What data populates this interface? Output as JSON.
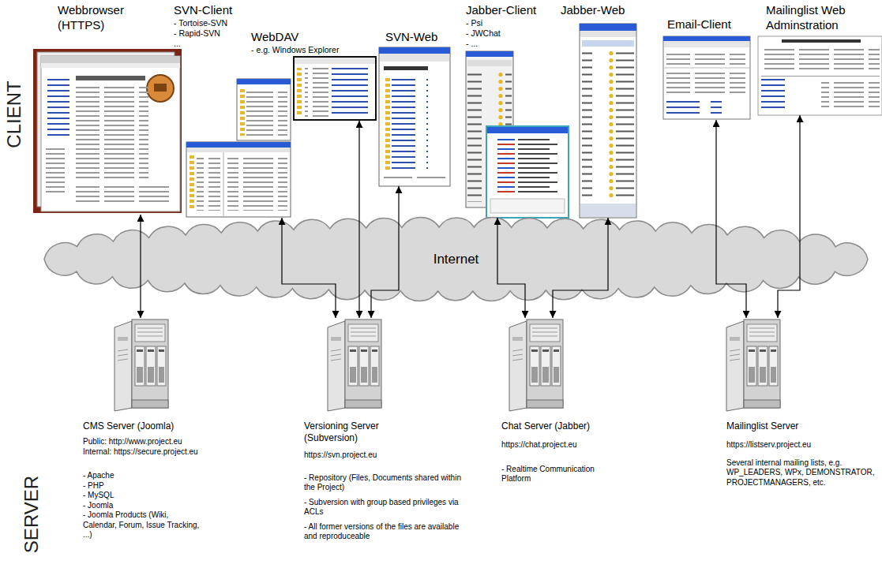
{
  "diagram": {
    "nodes": [
      {
        "text": [
          "Webbrowser (HTTPS)"
        ]
      },
      {
        "text": [
          "SVN-Client",
          "- Tortoise-SVN",
          "- Rapid-SVN",
          "..."
        ]
      },
      {
        "text": [
          "WebDAV",
          "- e.g. Windows Explorer"
        ]
      },
      {
        "text": [
          "SVN-Web"
        ]
      },
      {
        "text": [
          "Jabber-Client",
          "- Psi",
          "- JWChat",
          "- ..."
        ]
      },
      {
        "text": [
          "Jabber-Web"
        ]
      },
      {
        "text": [
          "Email-Client"
        ]
      },
      {
        "text": [
          "Mailinglist Web Adminstration"
        ]
      },
      {
        "text": [
          "Internet"
        ]
      },
      {
        "text": [
          "CMS Server (Joomla)",
          "Public: http://www.project.eu",
          "Internal: https://secure.project.eu",
          "- Apache",
          "- PHP",
          "- MySQL",
          "- Joomla",
          "- Joomla Products (Wiki, Calendar, Forum, Issue Tracking, ...)"
        ]
      },
      {
        "text": [
          "Versioning Server (Subversion)",
          "https://svn.project.eu",
          "- Repository (Files, Documents shared within the Project)",
          "- Subversion with group based privileges via ACLs",
          "- All former versions of the files are available and reproduceable"
        ]
      },
      {
        "text": [
          "Chat Server (Jabber)",
          "https://chat.project.eu",
          "- Realtime Communication Platform"
        ]
      },
      {
        "text": [
          "Mailinglist Server",
          "https://listserv.project.eu",
          "Several internal mailing lists, e.g. WP_LEADERS, WPx, DEMONSTRATOR, PROJECTMANAGERS, etc."
        ]
      }
    ],
    "edges": [
      {
        "from": 0,
        "to": 9,
        "arrow": "both"
      },
      {
        "from": 1,
        "to": 10,
        "arrow": "both"
      },
      {
        "from": 2,
        "to": 10,
        "arrow": "both"
      },
      {
        "from": 3,
        "to": 10,
        "arrow": "both"
      },
      {
        "from": 4,
        "to": 11,
        "arrow": "both"
      },
      {
        "from": 5,
        "to": 11,
        "arrow": "both"
      },
      {
        "from": 6,
        "to": 12,
        "arrow": "both"
      },
      {
        "from": 7,
        "to": 12,
        "arrow": "both"
      }
    ],
    "labels": [
      "CLIENT",
      "SERVER"
    ]
  }
}
